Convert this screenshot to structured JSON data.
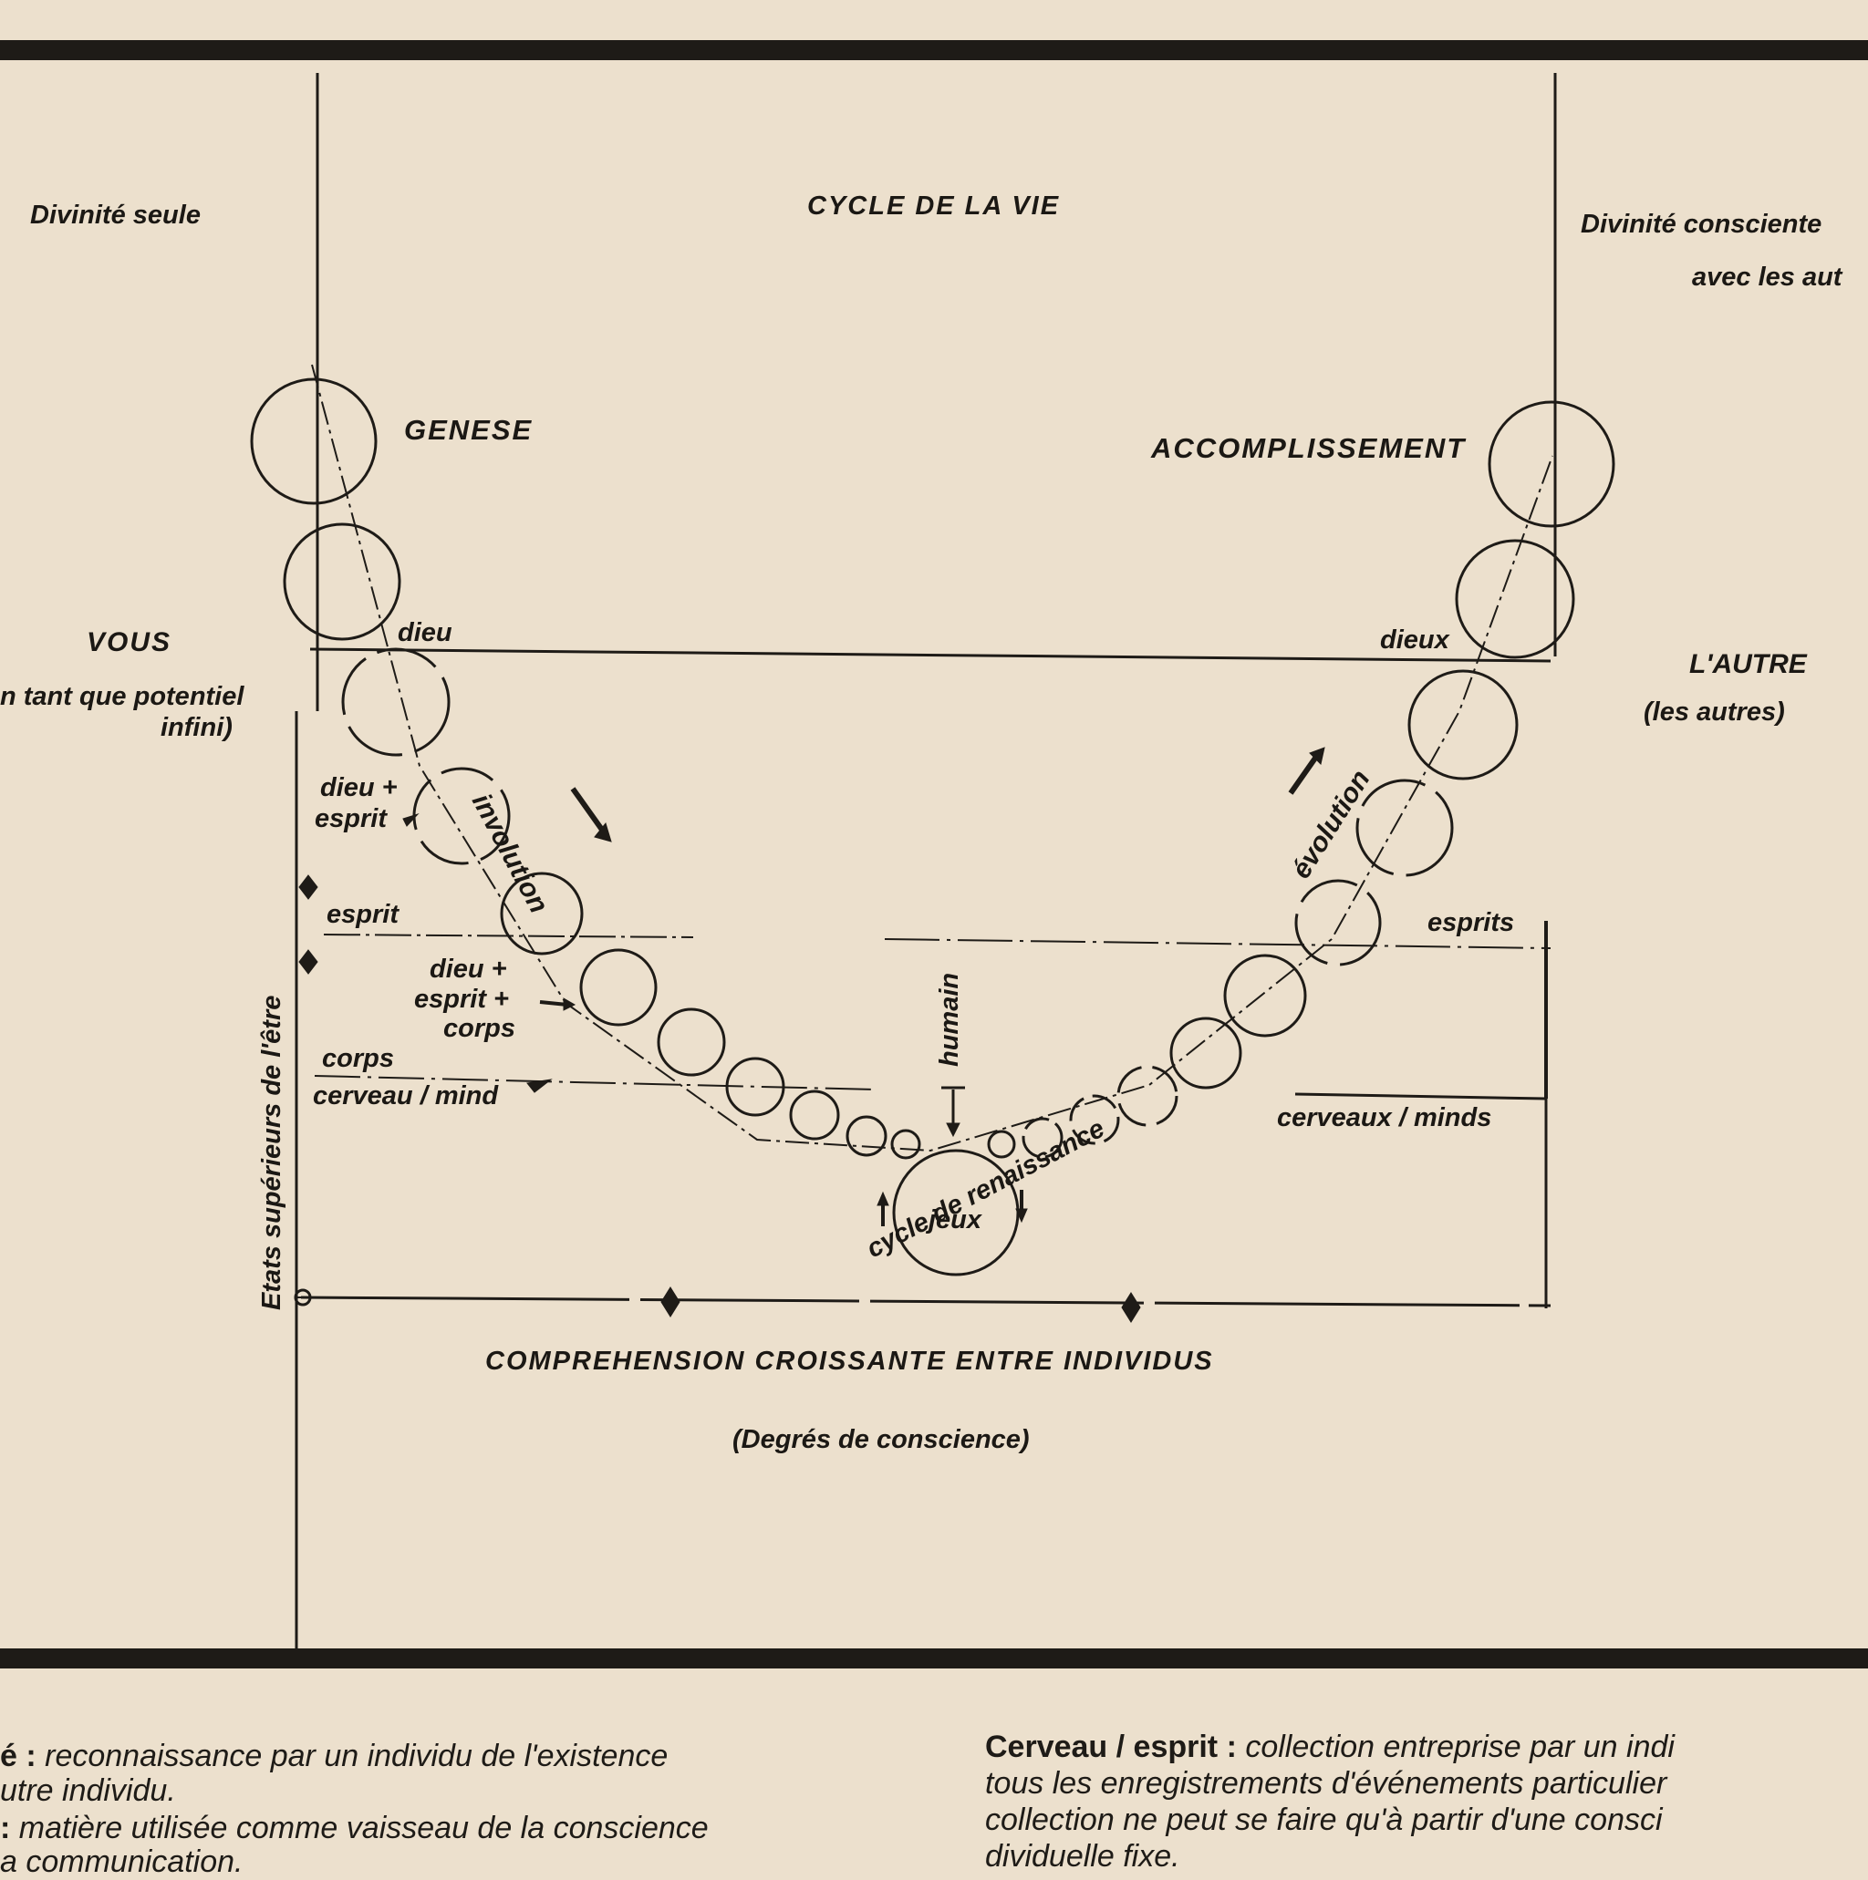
{
  "diagram": {
    "title": "CYCLE DE LA VIE",
    "left_top": "Divinité seule",
    "right_top_line1": "Divinité consciente",
    "right_top_line2": "avec les aut",
    "genese": "GENESE",
    "accomplissement": "ACCOMPLISSEMENT",
    "vous": "VOUS",
    "vous_sub1": "n tant que potentiel",
    "vous_sub2": "infini)",
    "autre": "L'AUTRE",
    "autre_sub": "(les autres)",
    "dieu": "dieu",
    "dieux": "dieux",
    "dieu_esprit_1": "dieu +",
    "dieu_esprit_2": "esprit",
    "involution": "involution",
    "evolution": "évolution",
    "esprit": "esprit",
    "esprits": "esprits",
    "dieu_esprit_corps_1": "dieu +",
    "dieu_esprit_corps_2": "esprit +",
    "dieu_esprit_corps_3": "corps",
    "humain": "humain",
    "corps": "corps",
    "cerveau_mind": "cerveau / mind",
    "cerveaux_minds": "cerveaux / minds",
    "jeux": "jeux",
    "renaissance": "cycle de renaissance",
    "y_axis": "Etats supérieurs de l'être",
    "x_axis": "COMPREHENSION CROISSANTE ENTRE INDIVIDUS",
    "x_axis_sub": "(Degrés de conscience)"
  },
  "footnotes": {
    "left_1_term": "é :",
    "left_1_text": " reconnaissance par un individu de l'existence",
    "left_2": "utre individu.",
    "left_3_term": ":",
    "left_3_text": " matière utilisée comme vaisseau de la conscience",
    "left_4": "a communication.",
    "right_1_term": "Cerveau / esprit :",
    "right_1_text": " collection entreprise par un indi",
    "right_2": "tous les enregistrements d'événements particulier",
    "right_3": "collection ne peut se faire qu'à partir d'une consci",
    "right_4": "dividuelle fixe."
  }
}
